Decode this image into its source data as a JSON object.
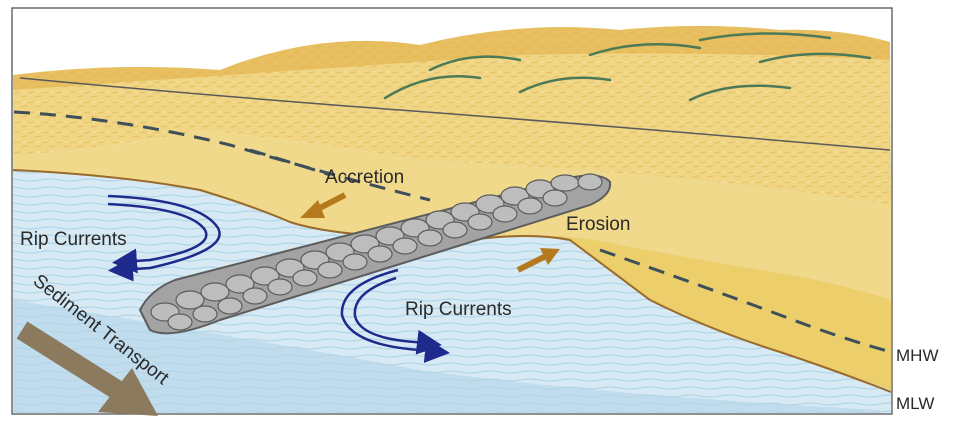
{
  "labels": {
    "accretion": "Accretion",
    "erosion": "Erosion",
    "rip_currents_left": "Rip Currents",
    "rip_currents_center": "Rip Currents",
    "sediment_transport": "Sediment Transport",
    "mhw": "MHW",
    "mlw": "MLW"
  },
  "colors": {
    "sand": "#eccf6a",
    "dune": "#e6b84a",
    "dune_grass": "#4c7a56",
    "water": "#c8e1ef",
    "water_deep": "#9fc7e2",
    "rock": "#8e8e8e",
    "rip_arrow": "#1e2a8c",
    "accretion_arrow": "#b57a1e",
    "sediment_arrow": "#8c7a5e",
    "waterline": "#3e4f5c"
  }
}
